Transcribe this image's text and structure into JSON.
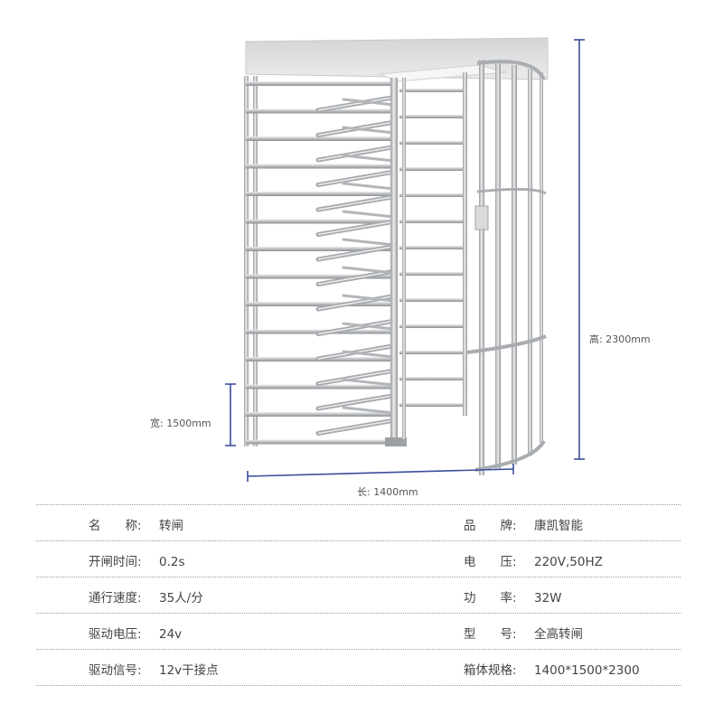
{
  "dimensions": {
    "height_label": "高: 2300mm",
    "width_label": "宽: 1500mm",
    "length_label": "长: 1400mm"
  },
  "specs": {
    "left": [
      {
        "key": "名　　称:",
        "value": "转闸"
      },
      {
        "key": "开闸时间:",
        "value": "0.2s"
      },
      {
        "key": "通行速度:",
        "value": "35人/分"
      },
      {
        "key": "驱动电压:",
        "value": "24v"
      },
      {
        "key": "驱动信号:",
        "value": "12v干接点"
      }
    ],
    "right": [
      {
        "key": "品　　牌:",
        "value": "康凯智能"
      },
      {
        "key": "电　　压:",
        "value": "220V,50HZ"
      },
      {
        "key": "功　　率:",
        "value": "32W"
      },
      {
        "key": "型　　号:",
        "value": "全高转闸"
      },
      {
        "key": "箱体规格:",
        "value": "1400*1500*2300"
      }
    ]
  },
  "colors": {
    "dimension_line": "#3a4e9a",
    "metal": "#c4c6c8",
    "metal_dark": "#8f9296",
    "separator": "#9a9a9a"
  }
}
